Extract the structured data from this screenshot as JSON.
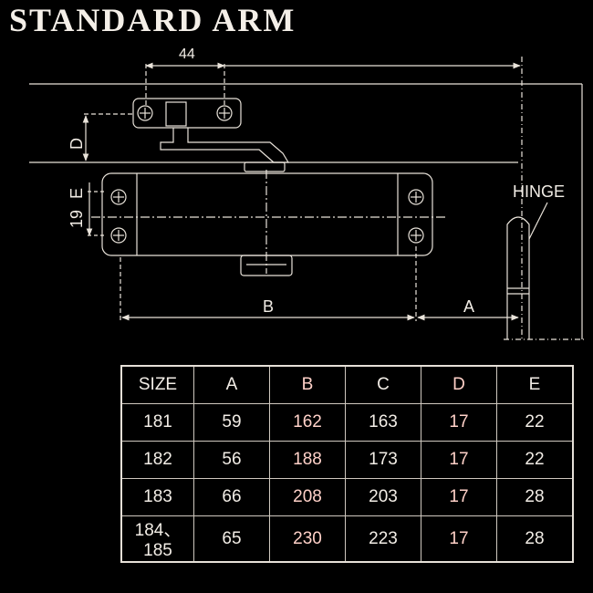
{
  "title": "STANDARD ARM",
  "diagram": {
    "dim_44": "44",
    "label_d": "D",
    "label_e": "E",
    "dim_19": "19",
    "label_b": "B",
    "label_a": "A",
    "hinge": "HINGE"
  },
  "table": {
    "headers": [
      "SIZE",
      "A",
      "B",
      "C",
      "D",
      "E"
    ],
    "highlight_columns": [
      2,
      4
    ],
    "rows": [
      [
        "181",
        "59",
        "162",
        "163",
        "17",
        "22"
      ],
      [
        "182",
        "56",
        "188",
        "173",
        "17",
        "22"
      ],
      [
        "183",
        "66",
        "208",
        "203",
        "17",
        "28"
      ],
      [
        "184、185",
        "65",
        "230",
        "223",
        "17",
        "28"
      ]
    ]
  },
  "colors": {
    "background": "#000000",
    "line": "#e9e3da",
    "highlight": "#ffd1c8"
  }
}
